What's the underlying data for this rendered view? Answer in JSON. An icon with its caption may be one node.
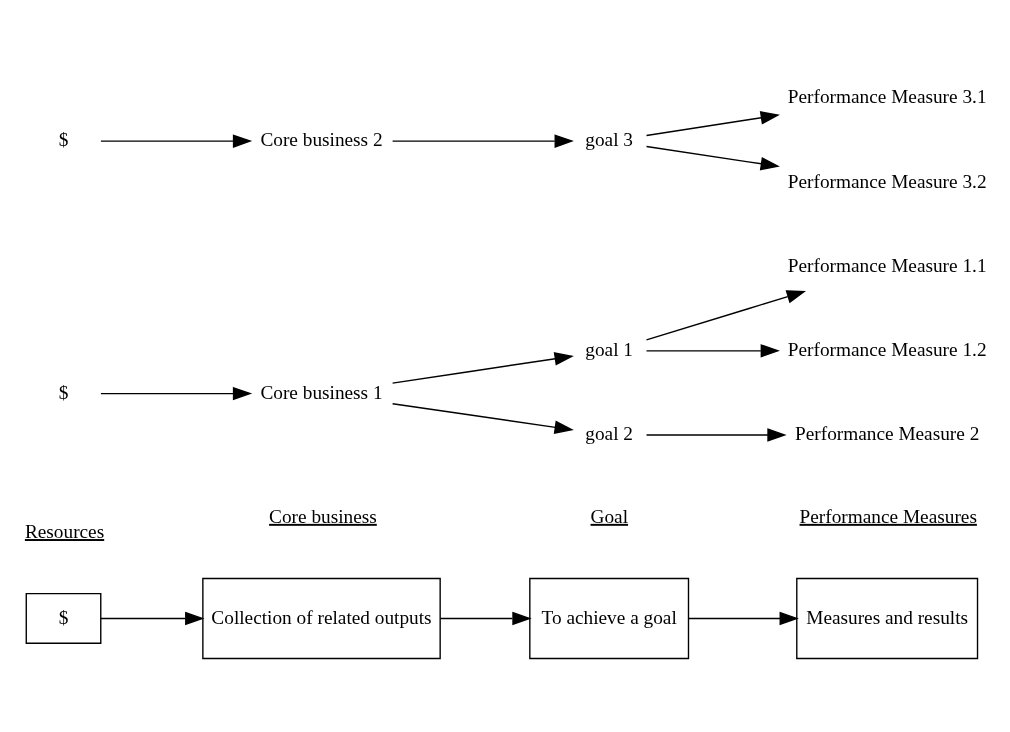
{
  "diagram": {
    "nodes": [
      {
        "text": [
          "$"
        ]
      },
      {
        "text": [
          "Collection of related outputs"
        ]
      },
      {
        "text": [
          "To achieve a goal"
        ]
      },
      {
        "text": [
          "Measures and results"
        ]
      },
      {
        "text": [
          "$"
        ]
      },
      {
        "text": [
          "Core business 1"
        ]
      },
      {
        "text": [
          "goal 1"
        ]
      },
      {
        "text": [
          "Performance Measure 1.1"
        ]
      },
      {
        "text": [
          "Performance Measure 1.2"
        ]
      },
      {
        "text": [
          "goal 2"
        ]
      },
      {
        "text": [
          "Performance Measure 2"
        ]
      },
      {
        "text": [
          "$"
        ]
      },
      {
        "text": [
          "Core business 2"
        ]
      },
      {
        "text": [
          "goal 3"
        ]
      },
      {
        "text": [
          "Performance Measure 3.1"
        ]
      },
      {
        "text": [
          "Performance Measure 3.2"
        ]
      }
    ],
    "edges": [
      {
        "from": 0,
        "to": 1,
        "arrow": "to"
      },
      {
        "from": 1,
        "to": 2,
        "arrow": "to"
      },
      {
        "from": 2,
        "to": 3,
        "arrow": "to"
      },
      {
        "from": 4,
        "to": 5,
        "arrow": "to"
      },
      {
        "from": 5,
        "to": 6,
        "arrow": "to"
      },
      {
        "from": 5,
        "to": 9,
        "arrow": "to"
      },
      {
        "from": 6,
        "to": 7,
        "arrow": "to"
      },
      {
        "from": 6,
        "to": 8,
        "arrow": "to"
      },
      {
        "from": 9,
        "to": 10,
        "arrow": "to"
      },
      {
        "from": 11,
        "to": 12,
        "arrow": "to"
      },
      {
        "from": 12,
        "to": 13,
        "arrow": "to"
      },
      {
        "from": 13,
        "to": 14,
        "arrow": "to"
      },
      {
        "from": 13,
        "to": 15,
        "arrow": "to"
      }
    ],
    "labels": [
      "Resources",
      "Core business",
      "Goal",
      "Performance Measures"
    ]
  }
}
